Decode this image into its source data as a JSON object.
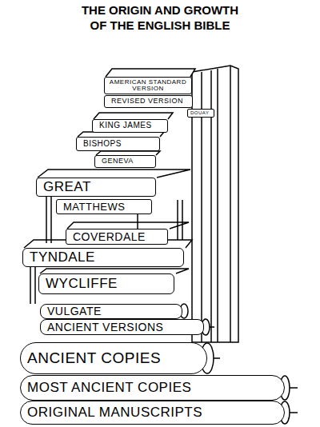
{
  "diagram": {
    "title": "THE ORIGIN AND GROWTH OF THE ENGLISH BIBLE",
    "nodes": [
      {
        "text": [
          "AMERICAN STANDARD VERSION"
        ]
      },
      {
        "text": [
          "REVISED VERSION"
        ]
      },
      {
        "text": [
          "DOUAY"
        ]
      },
      {
        "text": [
          "KING JAMES"
        ]
      },
      {
        "text": [
          "BISHOPS"
        ]
      },
      {
        "text": [
          "GENEVA"
        ]
      },
      {
        "text": [
          "GREAT"
        ]
      },
      {
        "text": [
          "MATTHEWS"
        ]
      },
      {
        "text": [
          "COVERDALE"
        ]
      },
      {
        "text": [
          "TYNDALE"
        ]
      },
      {
        "text": [
          "WYCLIFFE"
        ]
      },
      {
        "text": [
          "VULGATE"
        ]
      },
      {
        "text": [
          "ANCIENT VERSIONS"
        ]
      },
      {
        "text": [
          "ANCIENT COPIES"
        ]
      },
      {
        "text": [
          "MOST ANCIENT COPIES"
        ]
      },
      {
        "text": [
          "ORIGINAL MANUSCRIPTS"
        ]
      }
    ]
  }
}
